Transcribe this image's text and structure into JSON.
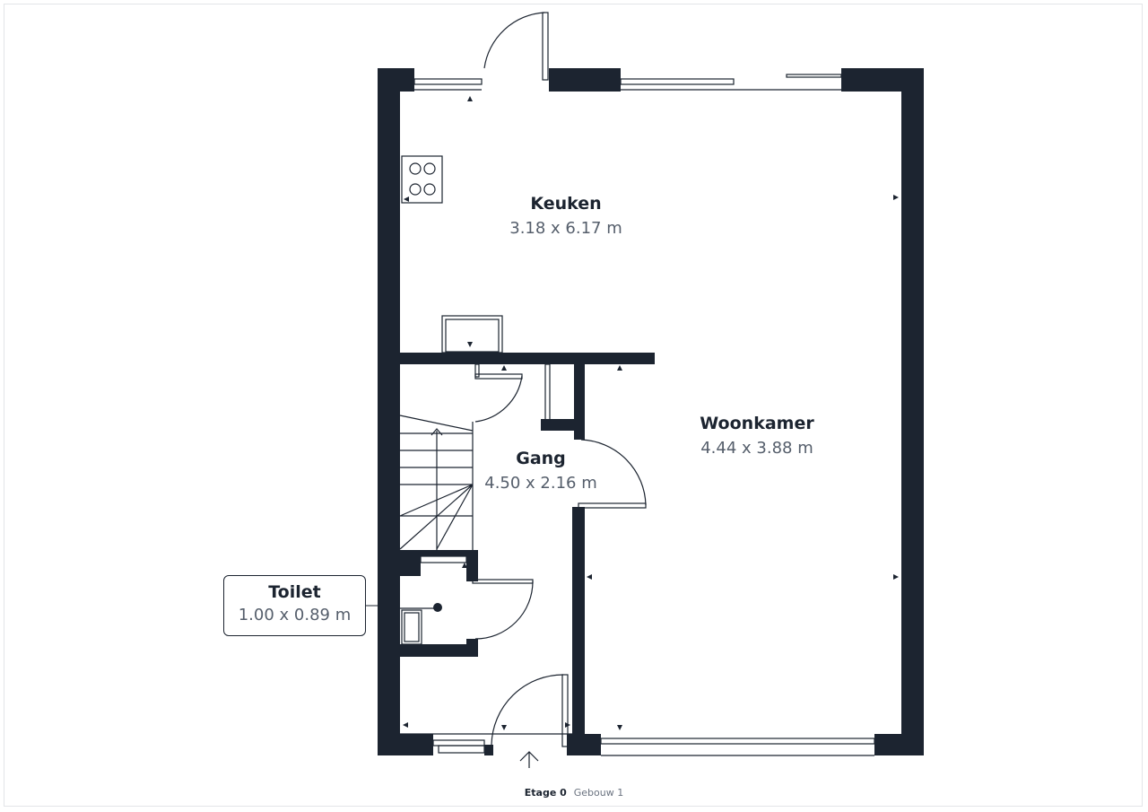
{
  "rooms": [
    {
      "name": "Keuken",
      "dimensions": "3.18 x 6.17 m"
    },
    {
      "name": "Woonkamer",
      "dimensions": "4.44 x 3.88 m"
    },
    {
      "name": "Gang",
      "dimensions": "4.50 x 2.16 m"
    },
    {
      "name": "Toilet",
      "dimensions": "1.00 x 0.89 m"
    }
  ],
  "footer": {
    "floor": "Etage 0",
    "building": "Gebouw 1"
  },
  "colors": {
    "wall": "#1c2430",
    "text_secondary": "#555e6b"
  }
}
